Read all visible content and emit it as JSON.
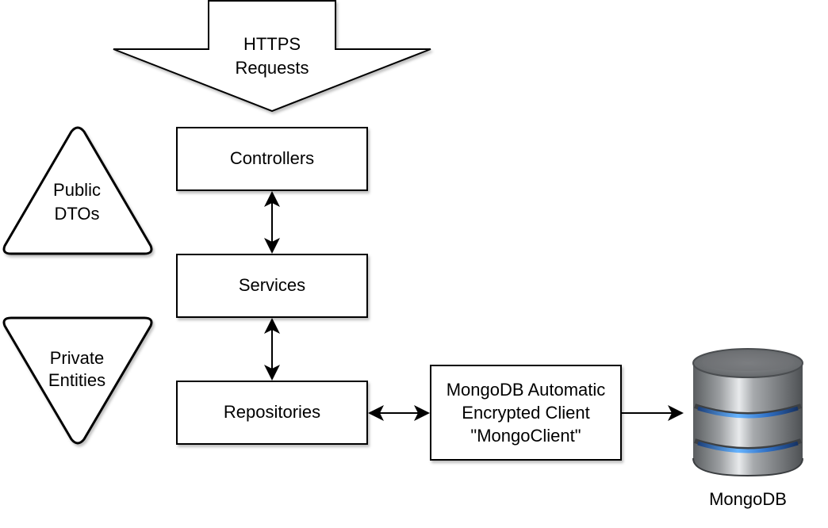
{
  "diagram": {
    "https_requests": {
      "line1": "HTTPS",
      "line2": "Requests"
    },
    "public_dtos": {
      "line1": "Public",
      "line2": "DTOs"
    },
    "private_entities": {
      "line1": "Private",
      "line2": "Entities"
    },
    "controllers": "Controllers",
    "services": "Services",
    "repositories": "Repositories",
    "mongo_client": {
      "line1": "MongoDB Automatic",
      "line2": "Encrypted Client",
      "line3": "\"MongoClient\""
    },
    "database": {
      "label": "MongoDB",
      "icon": "database-cylinder-icon"
    }
  },
  "colors": {
    "stroke": "#000000",
    "fill": "#ffffff",
    "db_metal": "#8a8d90",
    "db_glow": "#3f8fe0"
  }
}
